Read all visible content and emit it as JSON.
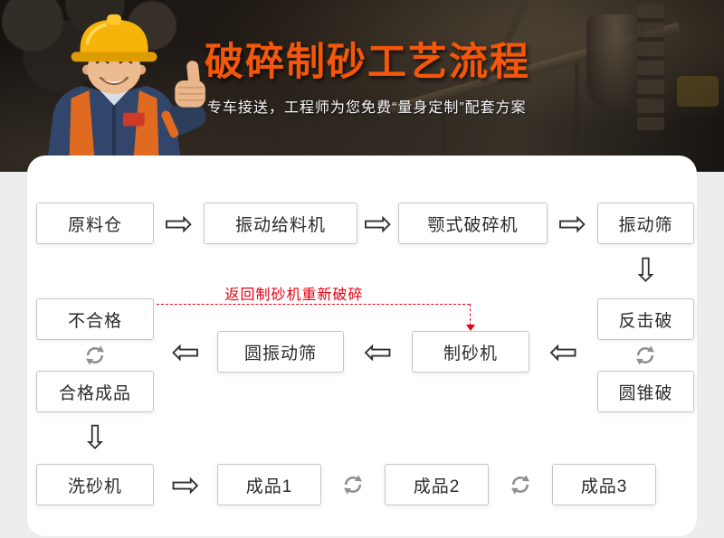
{
  "header": {
    "title": "破碎制砂工艺流程",
    "subtitle": "专车接送，工程师为您免费“量身定制”配套方案"
  },
  "flow": {
    "return_note": "返回制砂机重新破碎",
    "nodes": {
      "raw_silo": "原料仓",
      "vibrating_feeder": "振动给料机",
      "jaw_crusher": "颚式破碎机",
      "vibrating_screen": "振动筛",
      "impact_crusher": "反击破",
      "cone_crusher": "圆锥破",
      "sand_maker": "制砂机",
      "circular_vibrating_screen": "圆振动筛",
      "unqualified": "不合格",
      "qualified_product": "合格成品",
      "sand_washer": "洗砂机",
      "product1": "成品1",
      "product2": "成品2",
      "product3": "成品3"
    }
  },
  "icons": {
    "arrow_right": "⇨",
    "arrow_left": "⇦",
    "arrow_down": "⇩",
    "recycle": "↻"
  },
  "colors": {
    "accent_orange": "#f4560a",
    "return_red": "#e60012",
    "helmet_yellow": "#f6b40a"
  }
}
